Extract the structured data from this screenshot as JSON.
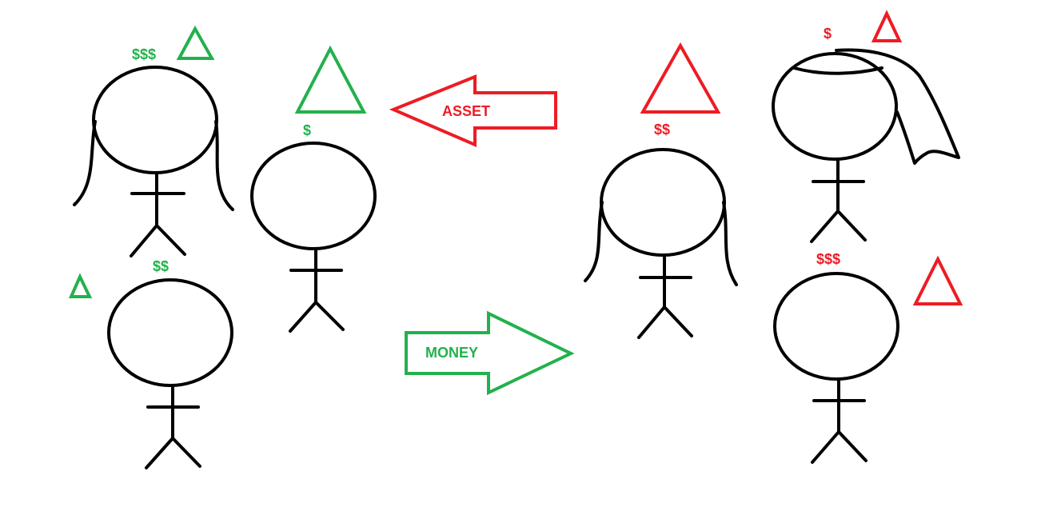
{
  "colors": {
    "green": "#22b14c",
    "red": "#ed1c24",
    "ink": "#000000"
  },
  "arrows": {
    "asset_label": "ASSET",
    "money_label": "MONEY"
  },
  "left_group": {
    "person_top_left": {
      "wealth": "$$$",
      "hair": "long"
    },
    "person_top_right": {
      "wealth": "$"
    },
    "person_bottom": {
      "wealth": "$$"
    }
  },
  "right_group": {
    "person_center": {
      "wealth": "$$",
      "hair": "long"
    },
    "person_top_right": {
      "wealth": "$",
      "headwear": "veil"
    },
    "person_bottom_right": {
      "wealth": "$$$"
    }
  },
  "icons": [
    "triangle-icon"
  ]
}
